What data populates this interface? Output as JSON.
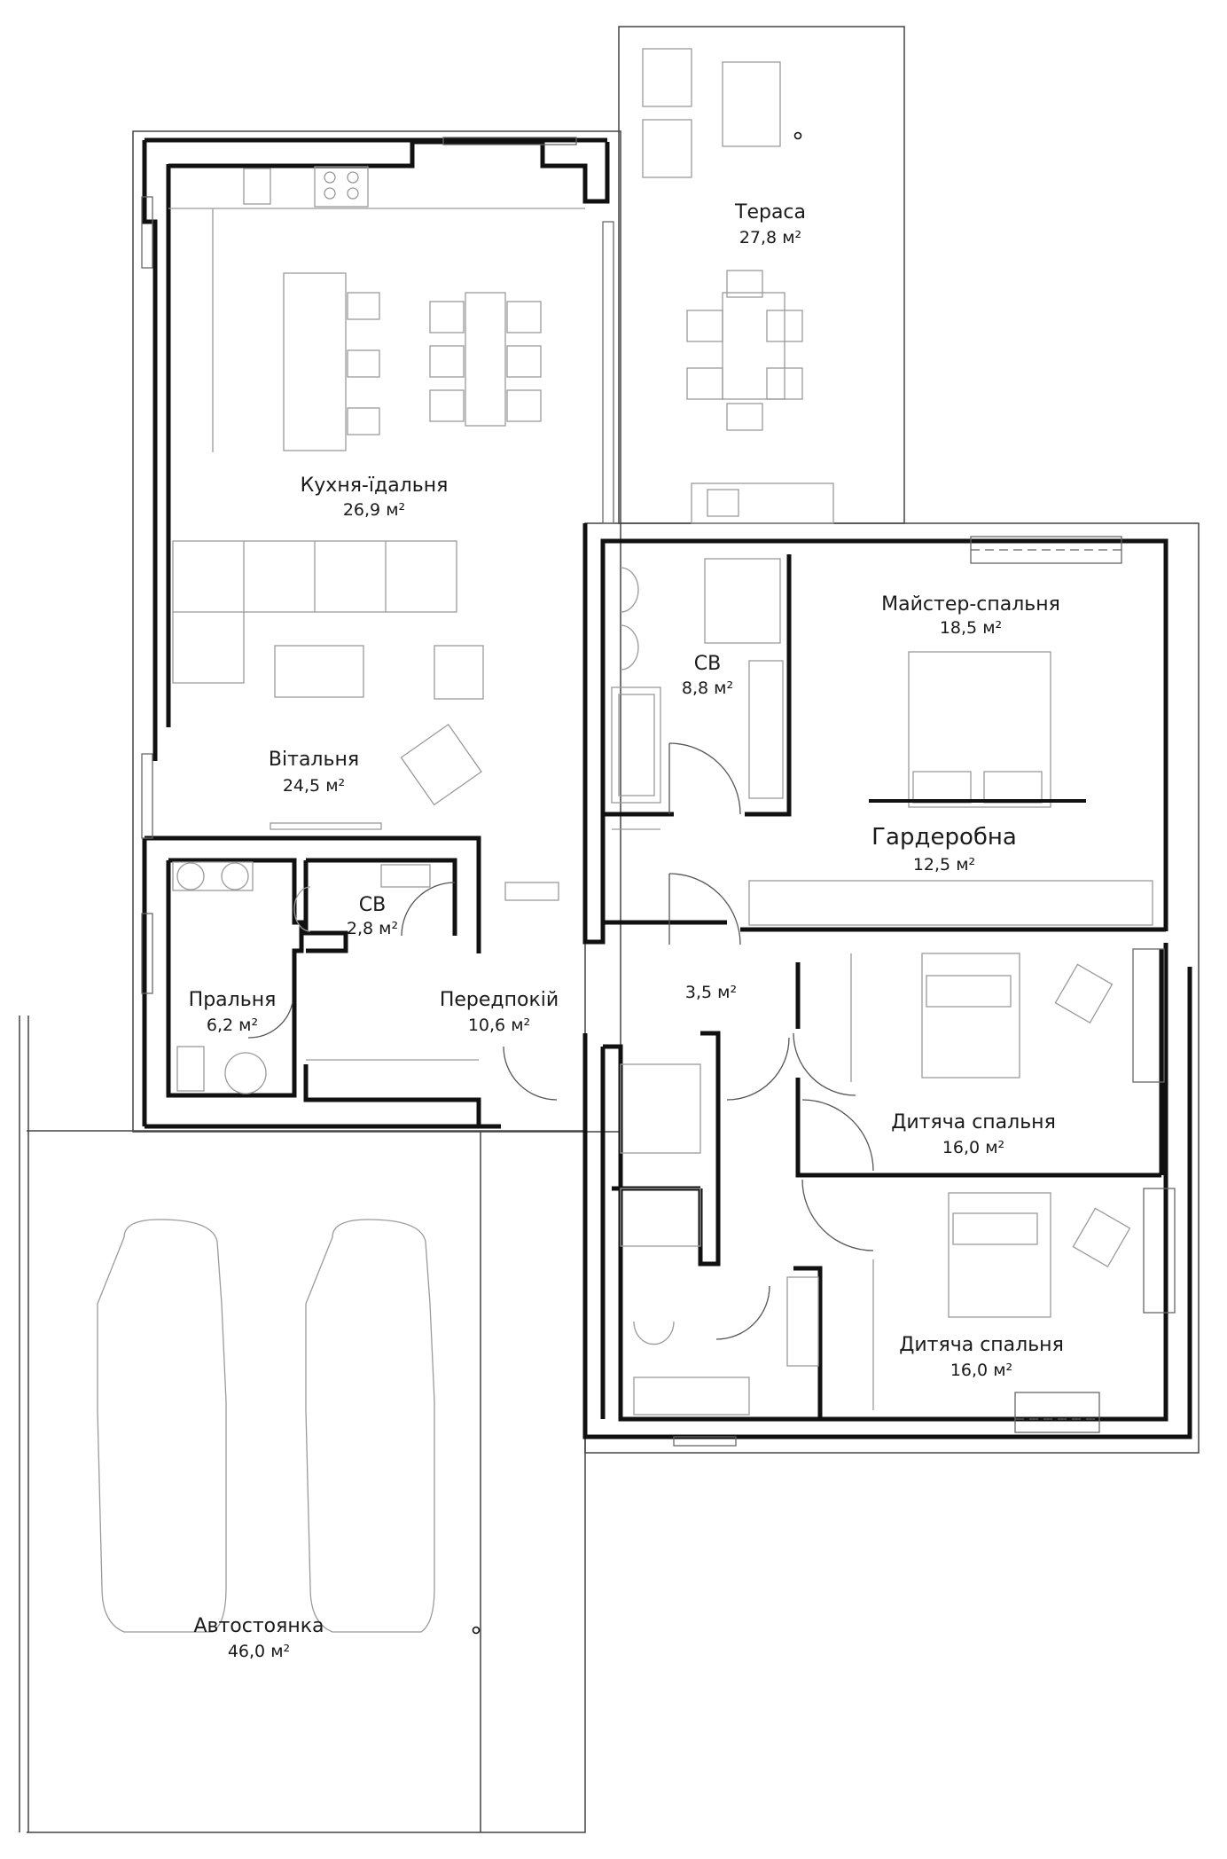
{
  "plan": {
    "colors": {
      "wall": "#111111",
      "furniture": "#9a9a9a",
      "outline": "#444444",
      "text": "#1a1a1a"
    },
    "rooms": {
      "terrace": {
        "name": "Тераса",
        "area": "27,8 м²"
      },
      "kitchen": {
        "name": "Кухня-їдальня",
        "area": "26,9 м²"
      },
      "living": {
        "name": "Вітальня",
        "area": "24,5 м²"
      },
      "bath_master": {
        "name": "СВ",
        "area": "8,8 м²"
      },
      "master_bedroom": {
        "name": "Майстер-спальня",
        "area": "18,5 м²"
      },
      "wardrobe": {
        "name": "Гардеробна",
        "area": "12,5 м²"
      },
      "wc_small": {
        "name": "СВ",
        "area": "2,8 м²"
      },
      "laundry": {
        "name": "Пральня",
        "area": "6,2 м²"
      },
      "hall": {
        "name": "Передпокій",
        "area": "10,6 м²"
      },
      "corridor": {
        "area": "3,5 м²"
      },
      "kids_bedroom_1": {
        "name": "Дитяча спальня",
        "area": "16,0 м²"
      },
      "kids_bedroom_2": {
        "name": "Дитяча спальня",
        "area": "16,0 м²"
      },
      "parking": {
        "name": "Автостоянка",
        "area": "46,0 м²"
      }
    }
  }
}
